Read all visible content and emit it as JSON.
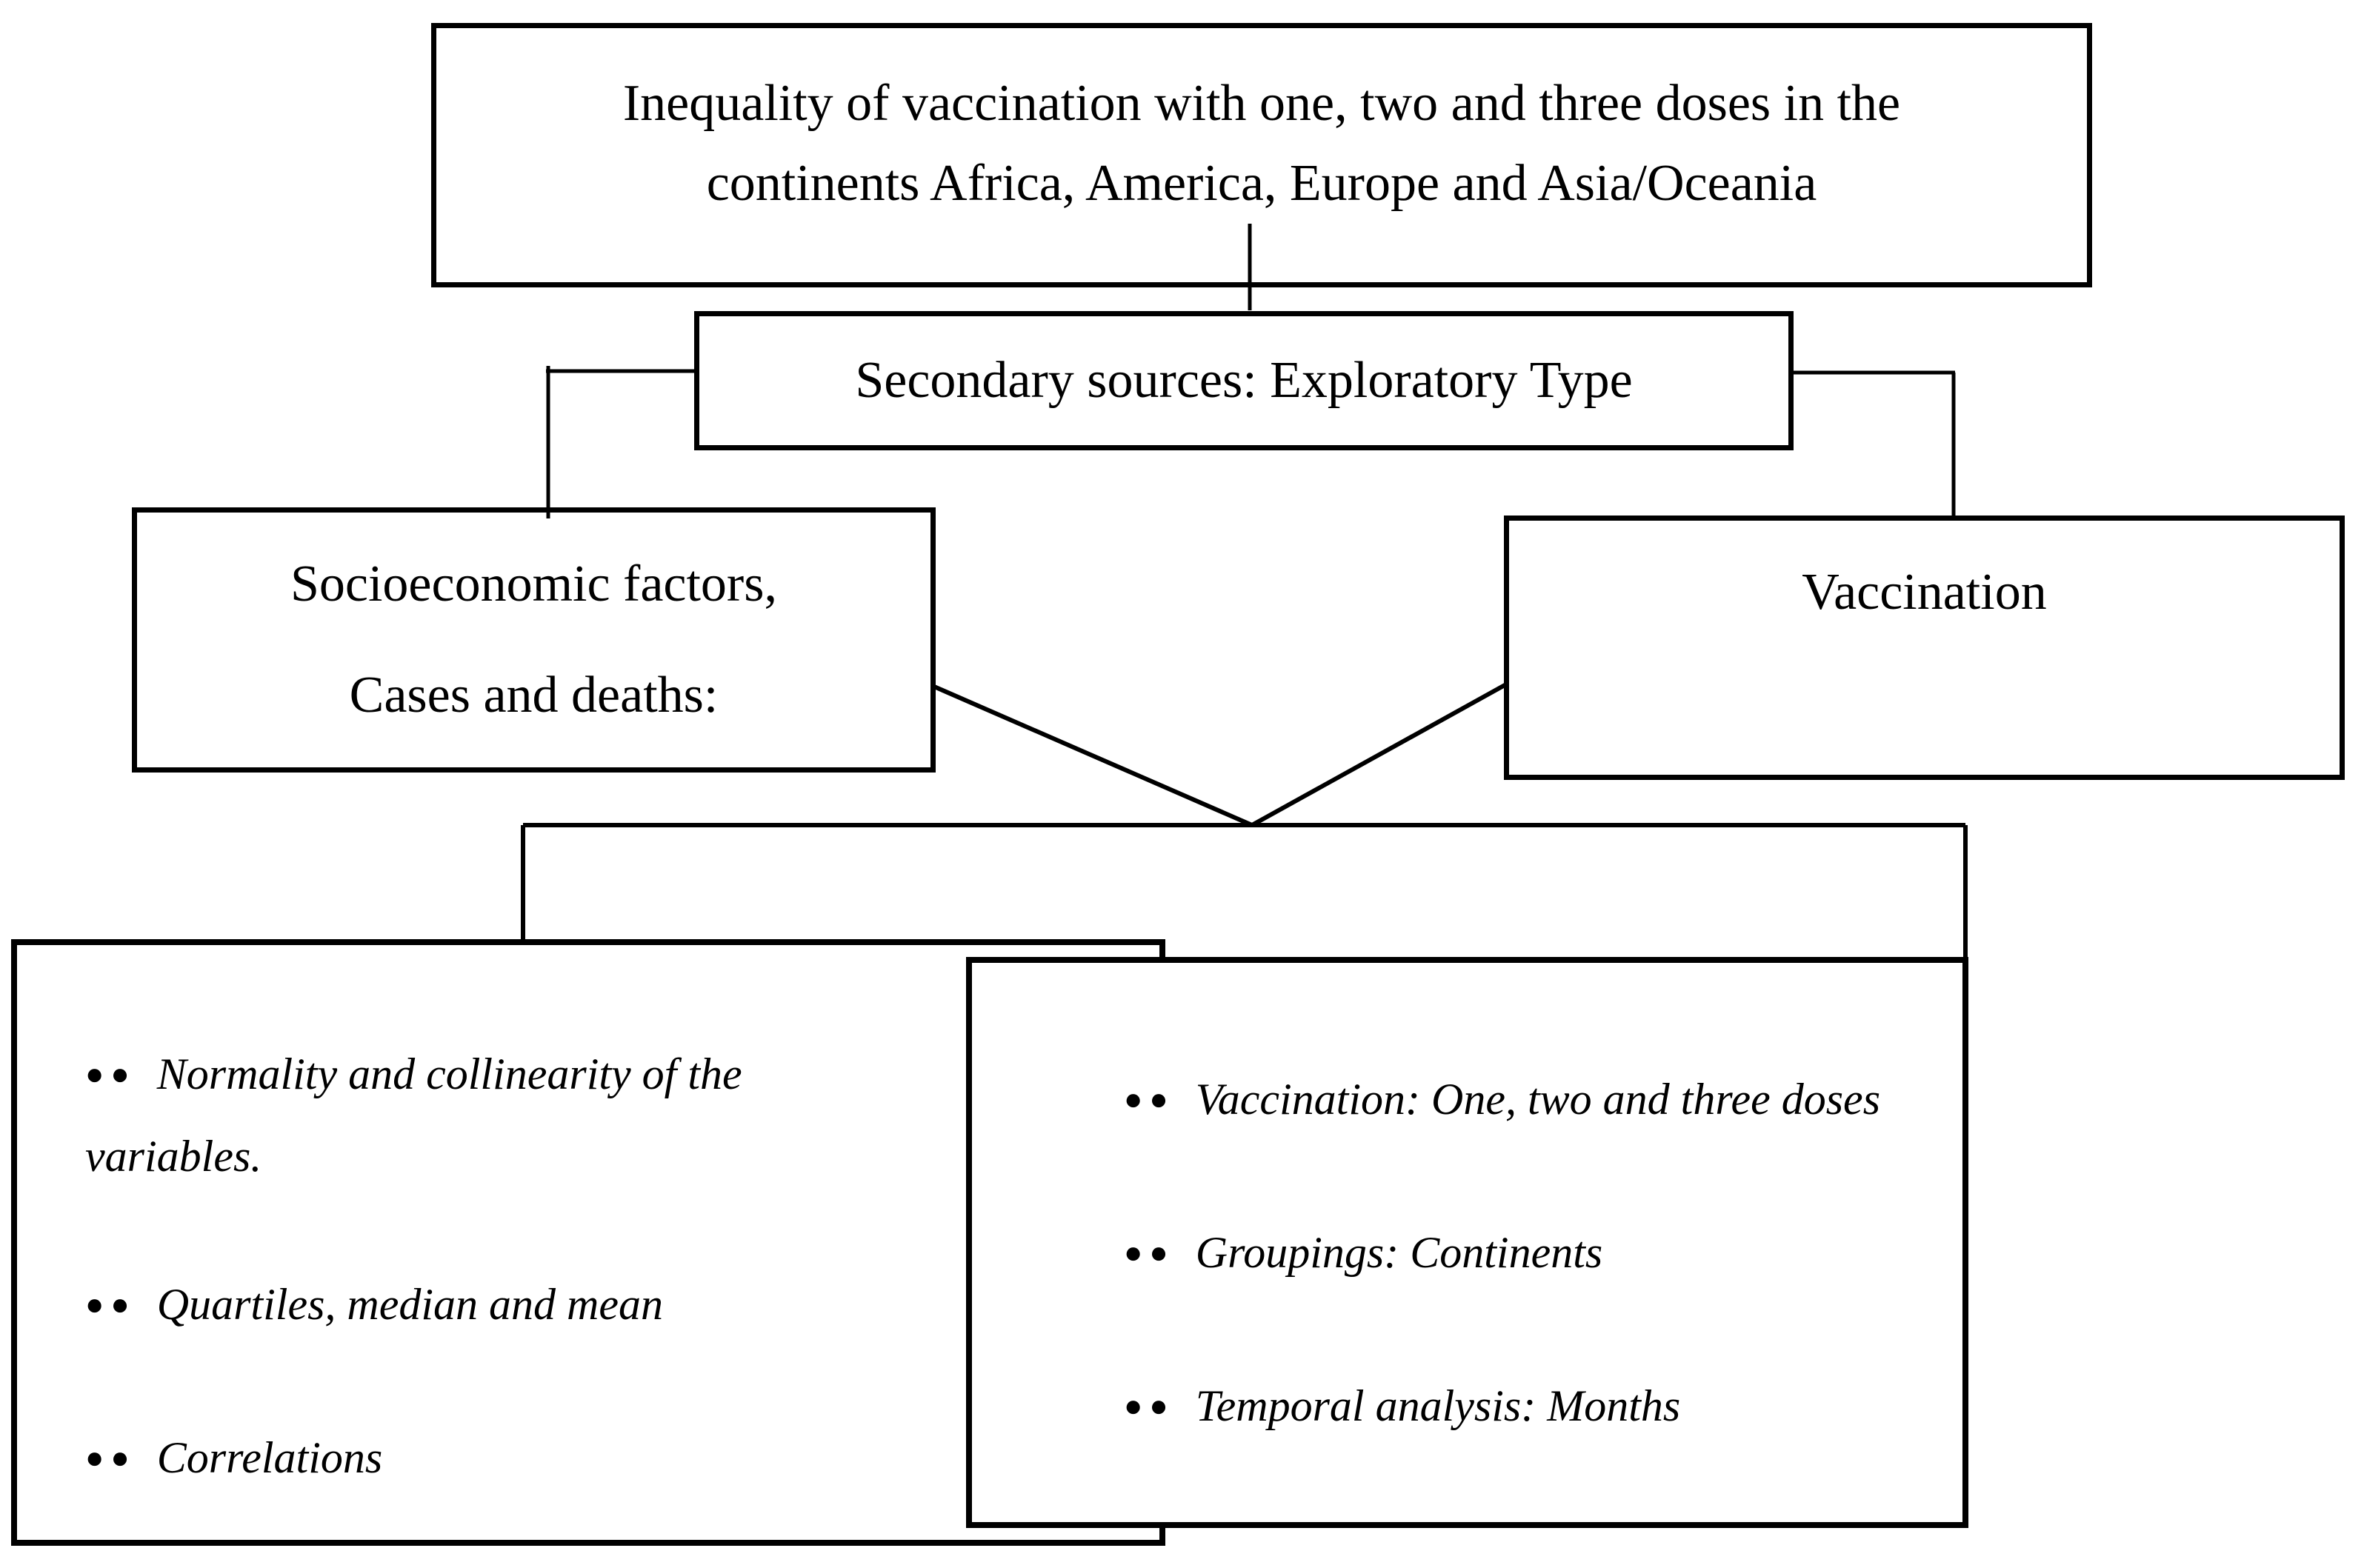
{
  "diagram": {
    "title_box": {
      "line1": "Inequality of vaccination with one, two and three doses in the",
      "line2": "continents Africa, America, Europe and Asia/Oceania"
    },
    "method_box": {
      "label": "Secondary sources: Exploratory Type"
    },
    "left_box": {
      "line1": "Socioeconomic factors,",
      "line2": "Cases and deaths:"
    },
    "right_box": {
      "label": "Vaccination"
    },
    "analysis_left_box": {
      "bullet_glyph": "●●",
      "items": [
        "Normality and collinearity of the variables.",
        "Quartiles, median and mean",
        "Correlations"
      ]
    },
    "analysis_right_box": {
      "bullet_glyph": "●●",
      "items": [
        "Vaccination: One, two and three doses",
        "Groupings: Continents",
        "Temporal analysis: Months"
      ]
    },
    "colors": {
      "line": "#000000",
      "background": "#ffffff",
      "text": "#000000"
    }
  }
}
